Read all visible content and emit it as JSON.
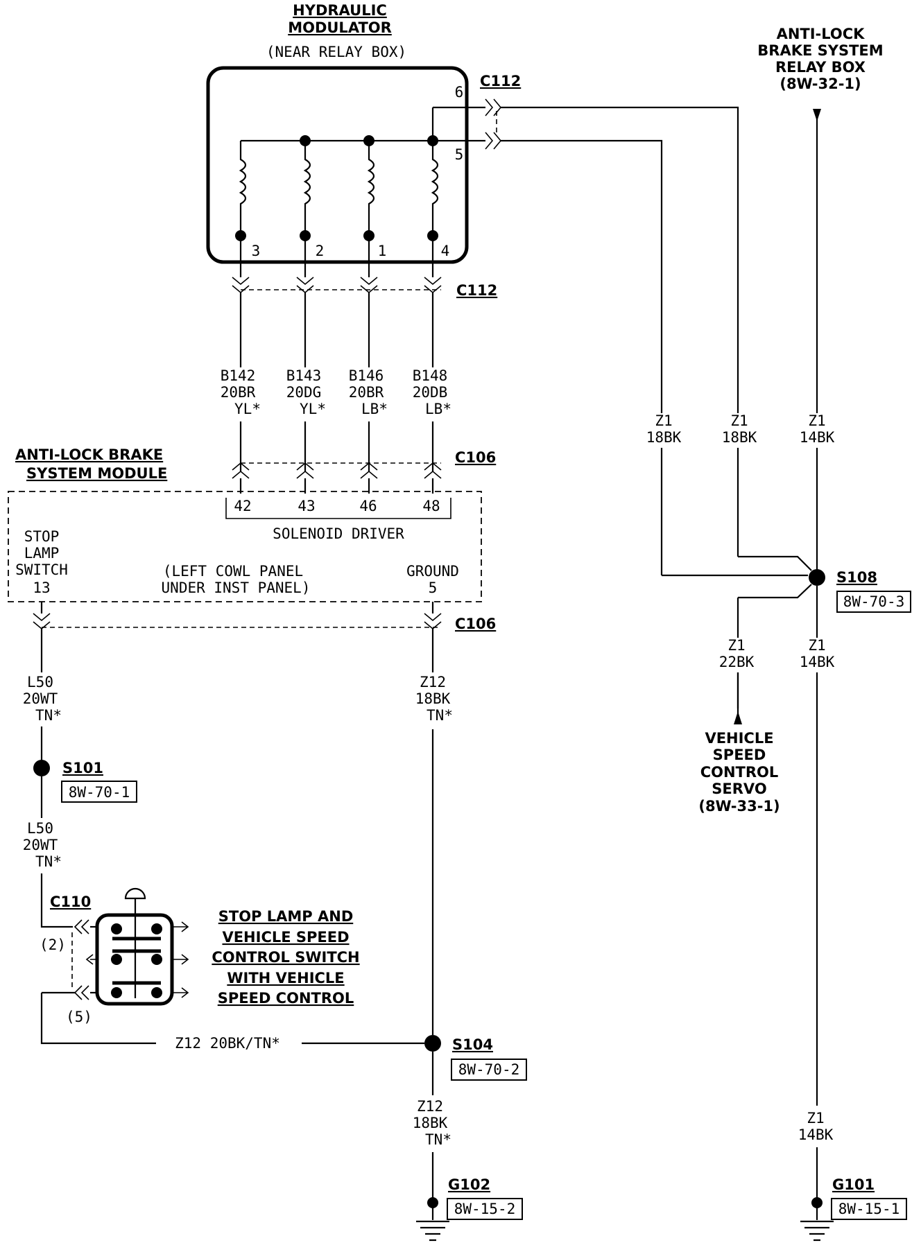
{
  "hydraulic_modulator": {
    "title1": "HYDRAULIC",
    "title2": "MODULATOR",
    "location": "(NEAR RELAY BOX)",
    "pins": [
      "3",
      "2",
      "1",
      "4"
    ],
    "pin_top_6": "6",
    "pin_top_5": "5"
  },
  "relay_box": {
    "line1": "ANTI-LOCK",
    "line2": "BRAKE SYSTEM",
    "line3": "RELAY BOX",
    "line4": "(8W-32-1)"
  },
  "connectors": {
    "c112_top": "C112",
    "c112_bottom": "C112",
    "c106_top": "C106",
    "c106_bottom": "C106",
    "c110": "C110"
  },
  "solenoid_wires": [
    {
      "circuit": "B142",
      "gauge": "20BR",
      "tracer": "YL*"
    },
    {
      "circuit": "B143",
      "gauge": "20DG",
      "tracer": "YL*"
    },
    {
      "circuit": "B146",
      "gauge": "20BR",
      "tracer": "LB*"
    },
    {
      "circuit": "B148",
      "gauge": "20DB",
      "tracer": "LB*"
    }
  ],
  "abs_module": {
    "title1": "ANTI-LOCK BRAKE",
    "title2": "SYSTEM MODULE",
    "pins": [
      "42",
      "43",
      "46",
      "48"
    ],
    "solenoid_driver": "SOLENOID DRIVER",
    "stop1": "STOP",
    "stop2": "LAMP",
    "stop3": "SWITCH",
    "stop_pin": "13",
    "loc1": "(LEFT COWL PANEL",
    "loc2": "UNDER INST PANEL)",
    "ground": "GROUND",
    "ground_pin": "5"
  },
  "right_wires": {
    "z1a_circuit": "Z1",
    "z1a_gauge": "18BK",
    "z1b_circuit": "Z1",
    "z1b_gauge": "18BK",
    "z1c_circuit": "Z1",
    "z1c_gauge": "14BK",
    "z1d_circuit": "Z1",
    "z1d_gauge": "22BK",
    "z1e_circuit": "Z1",
    "z1e_gauge": "14BK",
    "z1f_circuit": "Z1",
    "z1f_gauge": "14BK"
  },
  "splices": {
    "s108": "S108",
    "s108_ref": "8W-70-3",
    "s101": "S101",
    "s101_ref": "8W-70-1",
    "s104": "S104",
    "s104_ref": "8W-70-2"
  },
  "grounds": {
    "g102": "G102",
    "g102_ref": "8W-15-2",
    "g101": "G101",
    "g101_ref": "8W-15-1"
  },
  "speed_servo": {
    "line1": "VEHICLE",
    "line2": "SPEED",
    "line3": "CONTROL",
    "line4": "SERVO",
    "line5": "(8W-33-1)"
  },
  "left_wires": {
    "l50a_circuit": "L50",
    "l50a_gauge": "20WT",
    "l50a_tracer": "TN*",
    "l50b_circuit": "L50",
    "l50b_gauge": "20WT",
    "l50b_tracer": "TN*",
    "z12a_circuit": "Z12",
    "z12a_gauge": "18BK",
    "z12a_tracer": "TN*",
    "z12b_circuit": "Z12",
    "z12b_gauge": "18BK",
    "z12b_tracer": "TN*",
    "z12_horizontal": "Z12 20BK/TN*"
  },
  "switch": {
    "line1": "STOP LAMP AND",
    "line2": "VEHICLE SPEED",
    "line3": "CONTROL SWITCH",
    "line4": "WITH VEHICLE",
    "line5": "SPEED CONTROL",
    "pin2": "(2)",
    "pin5": "(5)"
  }
}
